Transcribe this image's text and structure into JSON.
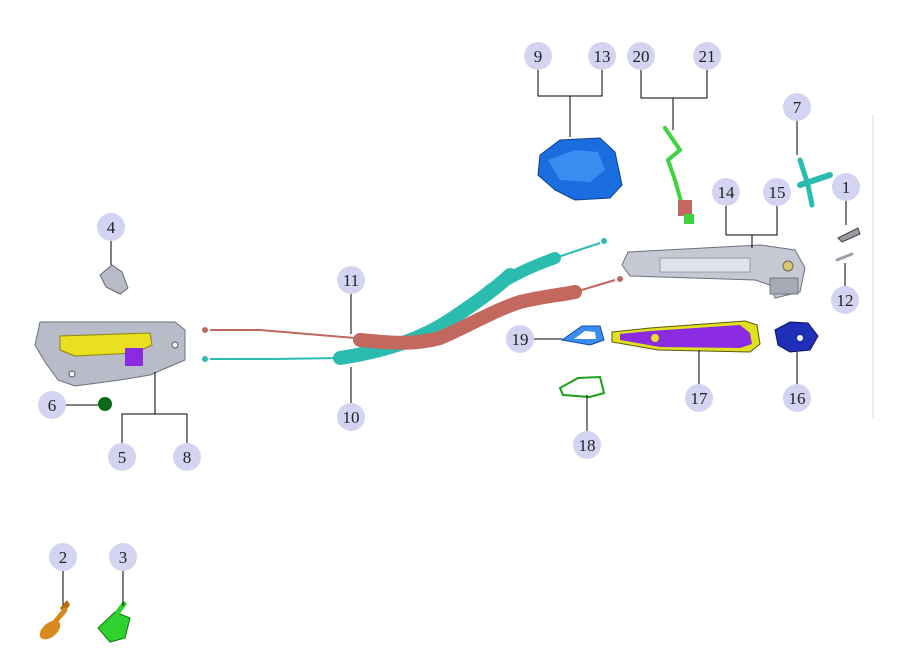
{
  "callouts": [
    {
      "id": "1",
      "label": "1"
    },
    {
      "id": "2",
      "label": "2"
    },
    {
      "id": "3",
      "label": "3"
    },
    {
      "id": "4",
      "label": "4"
    },
    {
      "id": "5",
      "label": "5"
    },
    {
      "id": "6",
      "label": "6"
    },
    {
      "id": "7",
      "label": "7"
    },
    {
      "id": "8",
      "label": "8"
    },
    {
      "id": "9",
      "label": "9"
    },
    {
      "id": "10",
      "label": "10"
    },
    {
      "id": "11",
      "label": "11"
    },
    {
      "id": "12",
      "label": "12"
    },
    {
      "id": "13",
      "label": "13"
    },
    {
      "id": "14",
      "label": "14"
    },
    {
      "id": "15",
      "label": "15"
    },
    {
      "id": "16",
      "label": "16"
    },
    {
      "id": "17",
      "label": "17"
    },
    {
      "id": "18",
      "label": "18"
    },
    {
      "id": "19",
      "label": "19"
    },
    {
      "id": "20",
      "label": "20"
    },
    {
      "id": "21",
      "label": "21"
    }
  ],
  "colors": {
    "callout_fill": "#d4d4f2",
    "cable_teal": "#2bbcb0",
    "cable_red": "#c2685e",
    "lock_blue": "#1a6ee0",
    "handle_purple": "#8a2be2",
    "cap_blue": "#1f2fb8",
    "rod_green": "#3ed43e",
    "inner_handle_yellow": "#e8e020",
    "bracket_grey": "#b8bcc8",
    "screw_orange": "#d98a1f",
    "clip_green": "#2ed12e",
    "plug_darkgreen": "#0a6b1a"
  }
}
